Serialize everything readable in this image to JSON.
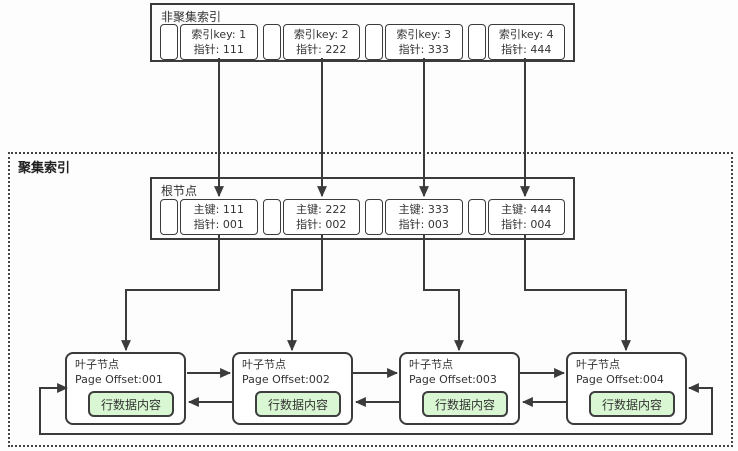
{
  "colors": {
    "line": "#3b3b3b",
    "text": "#333333",
    "green_fill": "#d9f7d2",
    "green_border": "#3e3e3e",
    "bg": "#fdfdfd"
  },
  "nonclustered": {
    "title": "非聚集索引",
    "cells": [
      {
        "key": "索引key: 1",
        "pointer": "指针: 111"
      },
      {
        "key": "索引key: 2",
        "pointer": "指针: 222"
      },
      {
        "key": "索引key: 3",
        "pointer": "指针: 333"
      },
      {
        "key": "索引key: 4",
        "pointer": "指针: 444"
      }
    ]
  },
  "clustered": {
    "label": "聚集索引",
    "root": {
      "title": "根节点",
      "cells": [
        {
          "key": "主键: 111",
          "pointer": "指针: 001"
        },
        {
          "key": "主键: 222",
          "pointer": "指针: 002"
        },
        {
          "key": "主键: 333",
          "pointer": "指针: 003"
        },
        {
          "key": "主键: 444",
          "pointer": "指针: 004"
        }
      ]
    },
    "leaves": [
      {
        "title": "叶子节点",
        "offset": "Page Offset:001",
        "button": "行数据内容"
      },
      {
        "title": "叶子节点",
        "offset": "Page Offset:002",
        "button": "行数据内容"
      },
      {
        "title": "叶子节点",
        "offset": "Page Offset:003",
        "button": "行数据内容"
      },
      {
        "title": "叶子节点",
        "offset": "Page Offset:004",
        "button": "行数据内容"
      }
    ]
  }
}
